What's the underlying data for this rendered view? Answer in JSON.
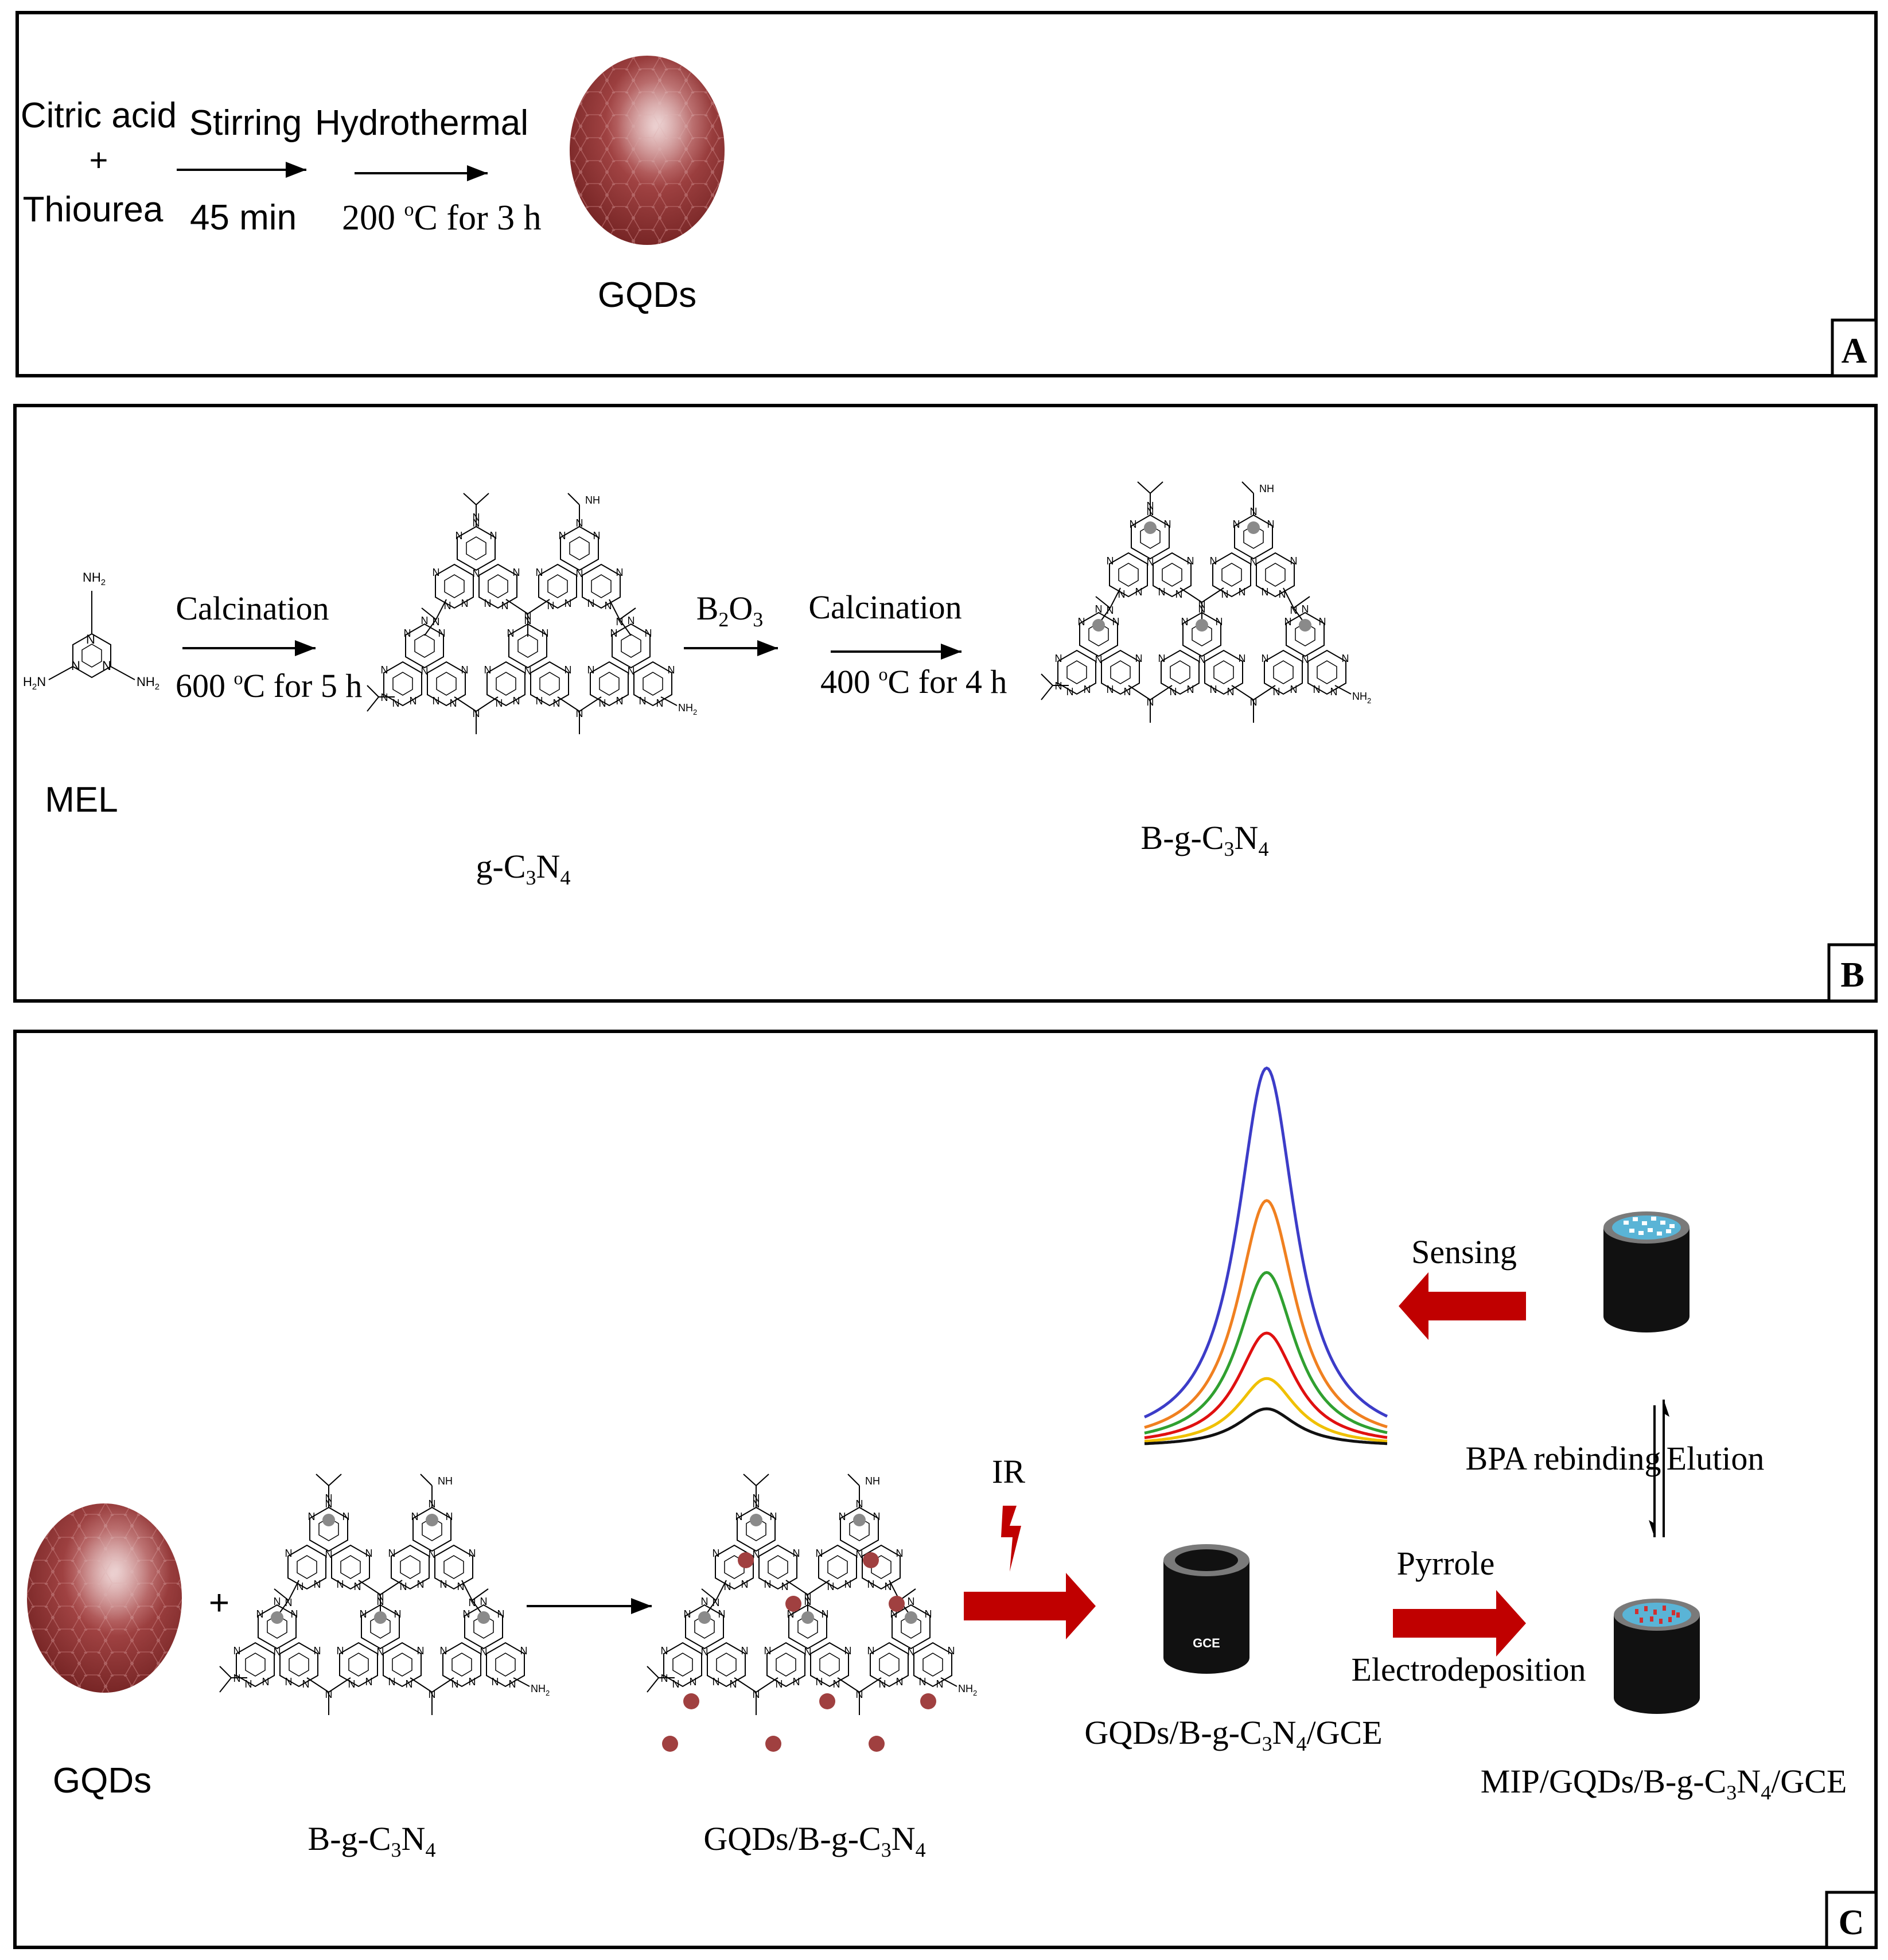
{
  "panel_a": {
    "reactants_line1": "Citric acid",
    "reactants_plus": "+",
    "reactants_line2": "Thiourea",
    "step1_label": "Stirring",
    "step1_condition": "45 min",
    "step2_label": "Hydrothermal",
    "step2_condition_pre": "200 ",
    "step2_condition_sup": "o",
    "step2_condition_post": "C for 3 h",
    "product_label": "GQDs",
    "panel_letter": "A"
  },
  "panel_b": {
    "monomer_label": "MEL",
    "step1_label": "Calcination",
    "step1_condition_pre": "600 ",
    "step1_condition_sup": "o",
    "step1_condition_post": "C for 5 h",
    "intermediate_label_pre": "g-C",
    "intermediate_label_sub1": "3",
    "intermediate_label_mid": "N",
    "intermediate_label_sub2": "4",
    "dopant_pre": "B",
    "dopant_sub1": "2",
    "dopant_mid": "O",
    "dopant_sub2": "3",
    "step2_label": "Calcination",
    "step2_condition_pre": "400 ",
    "step2_condition_sup": "o",
    "step2_condition_post": "C for 4 h",
    "product_label_pre": "B-g-C",
    "product_label_sub1": "3",
    "product_label_mid": "N",
    "product_label_sub2": "4",
    "panel_letter": "B"
  },
  "panel_c": {
    "gqds_label": "GQDs",
    "plus": "+",
    "bgcn_label_pre": "B-g-C",
    "bgcn_label_sub1": "3",
    "bgcn_label_mid": "N",
    "bgcn_label_sub2": "4",
    "composite_label_pre": "GQDs/B-g-C",
    "composite_label_sub1": "3",
    "composite_label_mid": "N",
    "composite_label_sub2": "4",
    "ir_label": "IR",
    "electrode_text": "GCE",
    "modified_label_pre": "GQDs/B-g-C",
    "modified_label_sub1": "3",
    "modified_label_mid": "N",
    "modified_label_sub2": "4",
    "modified_label_post": "/GCE",
    "pyrrole_label": "Pyrrole",
    "electrodeposition_label": "Electrodeposition",
    "mip_label_pre": "MIP/GQDs/B-g-C",
    "mip_label_sub1": "3",
    "mip_label_mid": "N",
    "mip_label_sub2": "4",
    "mip_label_post": "/GCE",
    "rebinding_label": "BPA rebinding",
    "elution_label": "Elution",
    "sensing_label": "Sensing",
    "panel_letter": "C"
  },
  "colors": {
    "gqd_sphere": "#8f2f2f",
    "red_arrow": "#c00000",
    "electrode_body": "#111111",
    "electrode_ring": "#7a7a7a",
    "electrode_surface": "#5ab4d6",
    "template_dots": "#d03030",
    "boron_dot": "#8a8a8a",
    "gqd_dot": "#a04040"
  },
  "peaks": [
    {
      "color": "#3c3cc8",
      "height": 1.0
    },
    {
      "color": "#f08020",
      "height": 0.65
    },
    {
      "color": "#30a030",
      "height": 0.46
    },
    {
      "color": "#e01010",
      "height": 0.3
    },
    {
      "color": "#f0c000",
      "height": 0.18
    },
    {
      "color": "#111111",
      "height": 0.1
    }
  ]
}
